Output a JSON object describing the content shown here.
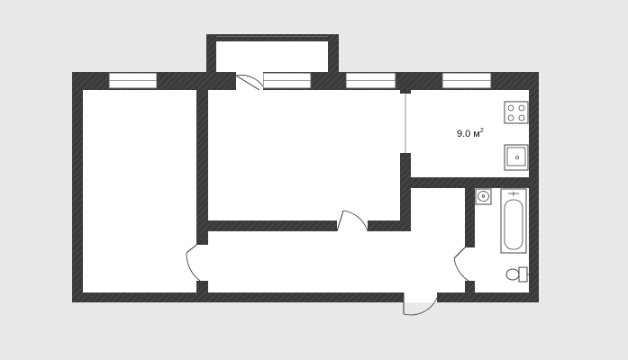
{
  "plan": {
    "rooms": [
      {
        "id": "kitchen",
        "area_value": "9.0",
        "area_unit": "м",
        "area_exp": "2"
      }
    ],
    "fixtures": [
      "stove-icon",
      "kitchen-sink-icon",
      "bathtub-icon",
      "washbasin-icon",
      "toilet-icon"
    ]
  },
  "colors": {
    "background": "#e9e9e9",
    "wall": "#3a3a3a",
    "room_floor": "#ffffff"
  }
}
